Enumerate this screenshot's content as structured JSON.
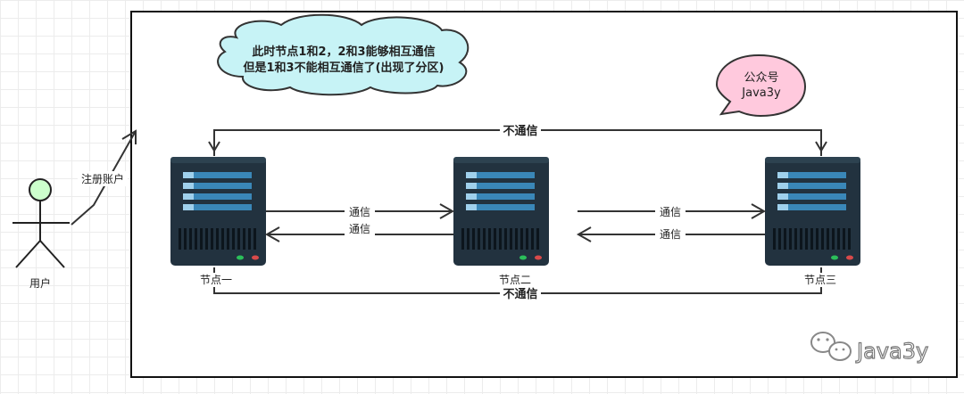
{
  "colors": {
    "cloud_fill": "#c7f3f6",
    "bubble_fill": "#ffc9dd",
    "head_fill": "#ccffcc",
    "server_body": "#22323f",
    "server_bar": "#3a87b8",
    "led_green": "#2bbf5a",
    "led_red": "#d94a4a"
  },
  "actor": {
    "icon": "stick-figure-icon",
    "label": "用户"
  },
  "register_label": "注册账户",
  "cloud": {
    "line1": "此时节点1和2，2和3能够相互通信",
    "line2": "但是1和3不能相互通信了(出现了分区)"
  },
  "bubble": {
    "line1": "公众号",
    "line2": "Java3y"
  },
  "nodes": [
    {
      "icon": "server-icon",
      "label": "节点一"
    },
    {
      "icon": "server-icon",
      "label": "节点二"
    },
    {
      "icon": "server-icon",
      "label": "节点三"
    }
  ],
  "links": {
    "top_no_comm": "不通信",
    "bottom_no_comm": "不通信",
    "n1_n2_forward": "通信",
    "n2_n1_back": "通信",
    "n2_n3_forward": "通信",
    "n3_n2_back": "通信"
  },
  "watermark": {
    "icon": "wechat-icon",
    "text": "Java3y"
  }
}
